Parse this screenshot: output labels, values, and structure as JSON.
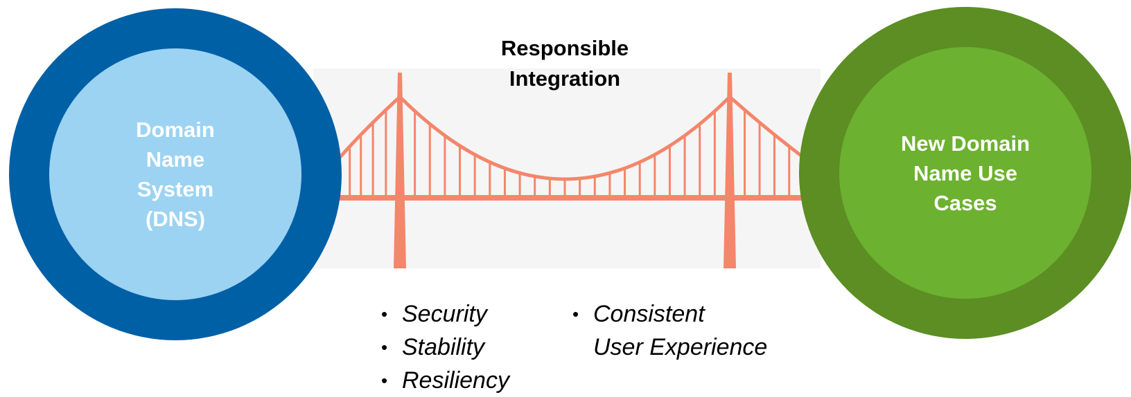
{
  "left_circle": {
    "label": "Domain\nName\nSystem\n(DNS)",
    "outer_color": "#0060a6",
    "inner_color": "#9cd3f2"
  },
  "right_circle": {
    "label": "New Domain\nName Use\nCases",
    "outer_color": "#5c8e23",
    "inner_color": "#6cb130"
  },
  "bridge": {
    "title": "Responsible\nIntegration",
    "color": "#f4866b",
    "icon": "suspension-bridge-icon"
  },
  "qualities_left": [
    "Security",
    "Stability",
    "Resiliency"
  ],
  "qualities_right": [
    "Consistent\nUser Experience"
  ]
}
